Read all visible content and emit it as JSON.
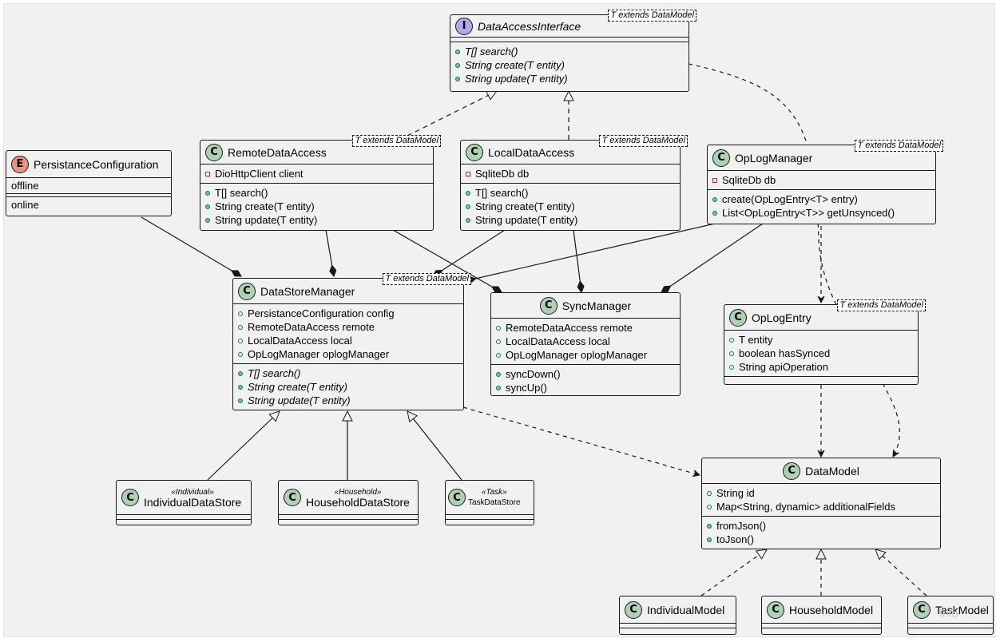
{
  "diagram": {
    "enum": {
      "name": "PersistanceConfiguration",
      "values": [
        "offline",
        "online"
      ]
    },
    "data_access_interface": {
      "name": "DataAccessInterface",
      "template": "T extends DataModel",
      "methods": [
        "T[] search()",
        "String create(T entity)",
        "String update(T entity)"
      ]
    },
    "remote_data_access": {
      "name": "RemoteDataAccess",
      "template": "T extends DataModel",
      "fields": [
        "DioHttpClient client"
      ],
      "methods": [
        "T[] search()",
        "String create(T entity)",
        "String update(T entity)"
      ]
    },
    "local_data_access": {
      "name": "LocalDataAccess",
      "template": "T extends DataModel",
      "fields": [
        "SqliteDb db"
      ],
      "methods": [
        "T[] search()",
        "String create(T entity)",
        "String update(T entity)"
      ]
    },
    "oplog_manager": {
      "name": "OpLogManager",
      "template": "T extends DataModel",
      "fields": [
        "SqliteDb db"
      ],
      "methods": [
        "create(OpLogEntry<T> entry)",
        "List<OpLogEntry<T>> getUnsynced()"
      ]
    },
    "data_store_manager": {
      "name": "DataStoreManager",
      "template": "T extends DataModel",
      "fields": [
        "PersistanceConfiguration config",
        "RemoteDataAccess remote",
        "LocalDataAccess local",
        "OpLogManager oplogManager"
      ],
      "methods": [
        "T[] search()",
        "String create(T entity)",
        "String update(T entity)"
      ]
    },
    "sync_manager": {
      "name": "SyncManager",
      "fields": [
        "RemoteDataAccess remote",
        "LocalDataAccess local",
        "OpLogManager oplogManager"
      ],
      "methods": [
        "syncDown()",
        "syncUp()"
      ]
    },
    "oplog_entry": {
      "name": "OpLogEntry",
      "template": "T extends DataModel",
      "fields": [
        "T entity",
        "boolean hasSynced",
        "String apiOperation"
      ]
    },
    "data_model": {
      "name": "DataModel",
      "fields": [
        "String id",
        "Map<String, dynamic> additionalFields"
      ],
      "methods": [
        "fromJson()",
        "toJson()"
      ]
    },
    "individual_data_store": {
      "name": "IndividualDataStore",
      "stereotype": "«Individual»"
    },
    "household_data_store": {
      "name": "HouseholdDataStore",
      "stereotype": "«Household»"
    },
    "task_data_store": {
      "name": "TaskDataStore",
      "stereotype": "«Task»"
    },
    "individual_model": {
      "name": "IndividualModel"
    },
    "household_model": {
      "name": "HouseholdModel"
    },
    "task_model": {
      "name": "TaskModel"
    },
    "icons": {
      "class": "C",
      "enum": "E",
      "interface": "I"
    },
    "watermark": "Info"
  },
  "colors": {
    "background": "#f1f1f1",
    "class_icon": "#add1b2",
    "enum_icon": "#eb937f",
    "interface_icon": "#b4a7e5",
    "public_method": "#84be84",
    "private_field": "#c82930"
  }
}
